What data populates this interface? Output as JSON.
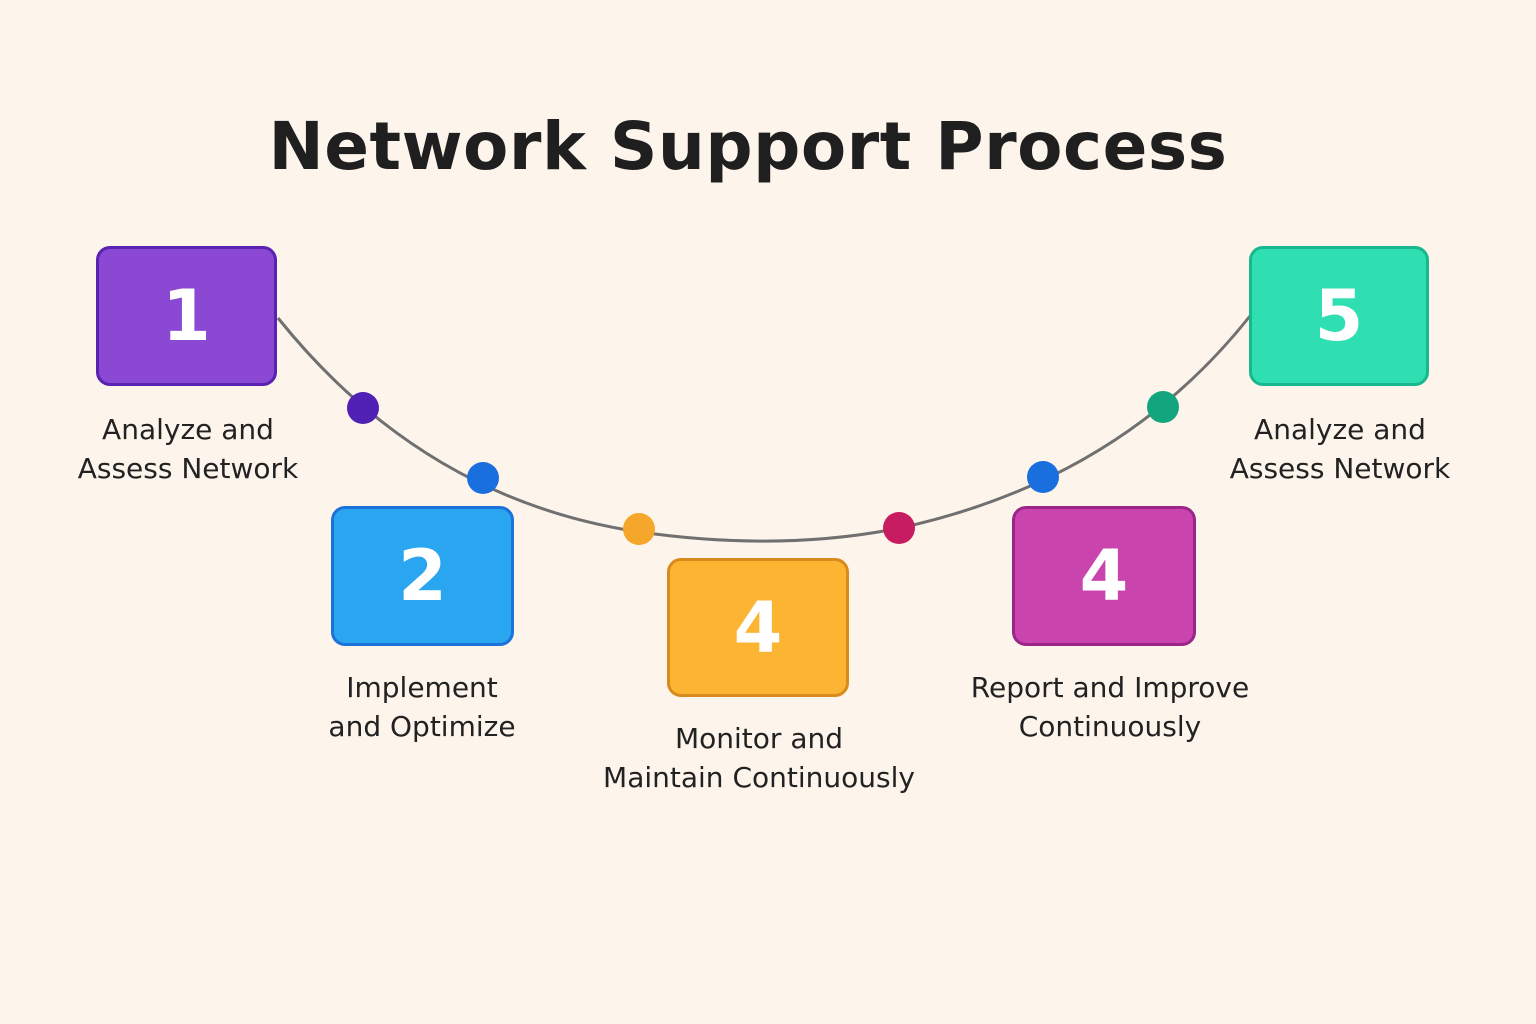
{
  "title": "Network Support Process",
  "steps": [
    {
      "number": "1",
      "line1": "Analyze and",
      "line2": "Assess Network",
      "fill": "#8b49d3",
      "border": "#5a22b0"
    },
    {
      "number": "2",
      "line1": "Implement",
      "line2": "and Optimize",
      "fill": "#2aa6f1",
      "border": "#1b72d8"
    },
    {
      "number": "4",
      "line1": "Monitor and",
      "line2": "Maintain Continuously",
      "fill": "#fbb532",
      "border": "#d98a1c"
    },
    {
      "number": "4",
      "line1": "Report and Improve",
      "line2": "Continuously",
      "fill": "#c945ad",
      "border": "#9c2588"
    },
    {
      "number": "5",
      "line1": "Analyze and",
      "line2": "Assess Network",
      "fill": "#2fdfb1",
      "border": "#17b88d"
    }
  ],
  "dots": [
    {
      "color": "#5120b4"
    },
    {
      "color": "#1a6fde"
    },
    {
      "color": "#f4a72a"
    },
    {
      "color": "#c81c62"
    },
    {
      "color": "#1a6fde"
    },
    {
      "color": "#12a57e"
    }
  ]
}
